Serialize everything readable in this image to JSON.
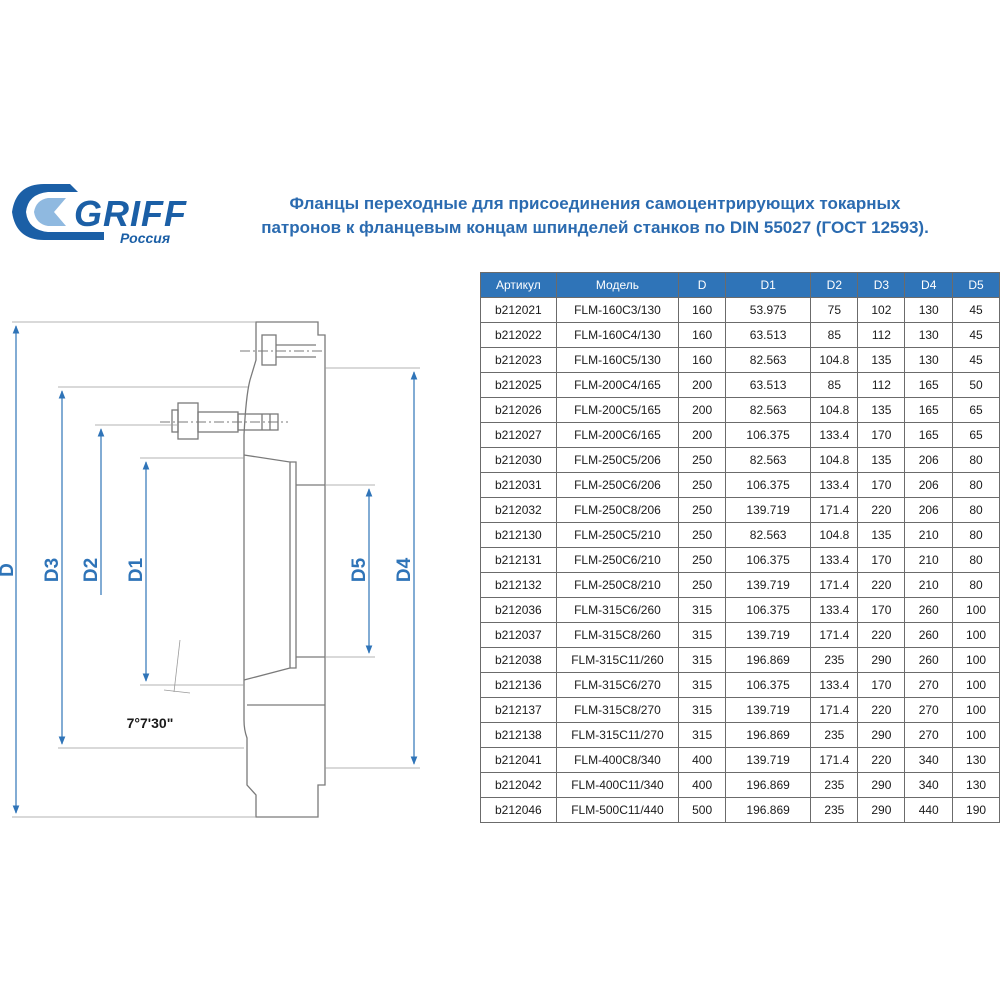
{
  "brand": {
    "name": "GRIFF",
    "subtitle": "Россия",
    "color": "#1b5fa6"
  },
  "title": {
    "line1": "Фланцы переходные для присоединения самоцентрирующих токарных",
    "line2": "патронов к фланцевым концам шпинделей станков по DIN 55027 (ГОСТ 12593)."
  },
  "drawing": {
    "labels": {
      "D": "D",
      "D3": "D3",
      "D2": "D2",
      "D1": "D1",
      "D5": "D5",
      "D4": "D4"
    },
    "angle": "7°7'30\""
  },
  "table": {
    "header_color": "#2f74b8",
    "headers": [
      "Артикул",
      "Модель",
      "D",
      "D1",
      "D2",
      "D3",
      "D4",
      "D5"
    ],
    "rows": [
      [
        "b212021",
        "FLM-160C3/130",
        "160",
        "53.975",
        "75",
        "102",
        "130",
        "45"
      ],
      [
        "b212022",
        "FLM-160C4/130",
        "160",
        "63.513",
        "85",
        "112",
        "130",
        "45"
      ],
      [
        "b212023",
        "FLM-160C5/130",
        "160",
        "82.563",
        "104.8",
        "135",
        "130",
        "45"
      ],
      [
        "b212025",
        "FLM-200C4/165",
        "200",
        "63.513",
        "85",
        "112",
        "165",
        "50"
      ],
      [
        "b212026",
        "FLM-200C5/165",
        "200",
        "82.563",
        "104.8",
        "135",
        "165",
        "65"
      ],
      [
        "b212027",
        "FLM-200C6/165",
        "200",
        "106.375",
        "133.4",
        "170",
        "165",
        "65"
      ],
      [
        "b212030",
        "FLM-250C5/206",
        "250",
        "82.563",
        "104.8",
        "135",
        "206",
        "80"
      ],
      [
        "b212031",
        "FLM-250C6/206",
        "250",
        "106.375",
        "133.4",
        "170",
        "206",
        "80"
      ],
      [
        "b212032",
        "FLM-250C8/206",
        "250",
        "139.719",
        "171.4",
        "220",
        "206",
        "80"
      ],
      [
        "b212130",
        "FLM-250C5/210",
        "250",
        "82.563",
        "104.8",
        "135",
        "210",
        "80"
      ],
      [
        "b212131",
        "FLM-250C6/210",
        "250",
        "106.375",
        "133.4",
        "170",
        "210",
        "80"
      ],
      [
        "b212132",
        "FLM-250C8/210",
        "250",
        "139.719",
        "171.4",
        "220",
        "210",
        "80"
      ],
      [
        "b212036",
        "FLM-315C6/260",
        "315",
        "106.375",
        "133.4",
        "170",
        "260",
        "100"
      ],
      [
        "b212037",
        "FLM-315C8/260",
        "315",
        "139.719",
        "171.4",
        "220",
        "260",
        "100"
      ],
      [
        "b212038",
        "FLM-315C11/260",
        "315",
        "196.869",
        "235",
        "290",
        "260",
        "100"
      ],
      [
        "b212136",
        "FLM-315C6/270",
        "315",
        "106.375",
        "133.4",
        "170",
        "270",
        "100"
      ],
      [
        "b212137",
        "FLM-315C8/270",
        "315",
        "139.719",
        "171.4",
        "220",
        "270",
        "100"
      ],
      [
        "b212138",
        "FLM-315C11/270",
        "315",
        "196.869",
        "235",
        "290",
        "270",
        "100"
      ],
      [
        "b212041",
        "FLM-400C8/340",
        "400",
        "139.719",
        "171.4",
        "220",
        "340",
        "130"
      ],
      [
        "b212042",
        "FLM-400C11/340",
        "400",
        "196.869",
        "235",
        "290",
        "340",
        "130"
      ],
      [
        "b212046",
        "FLM-500C11/440",
        "500",
        "196.869",
        "235",
        "290",
        "440",
        "190"
      ]
    ]
  }
}
